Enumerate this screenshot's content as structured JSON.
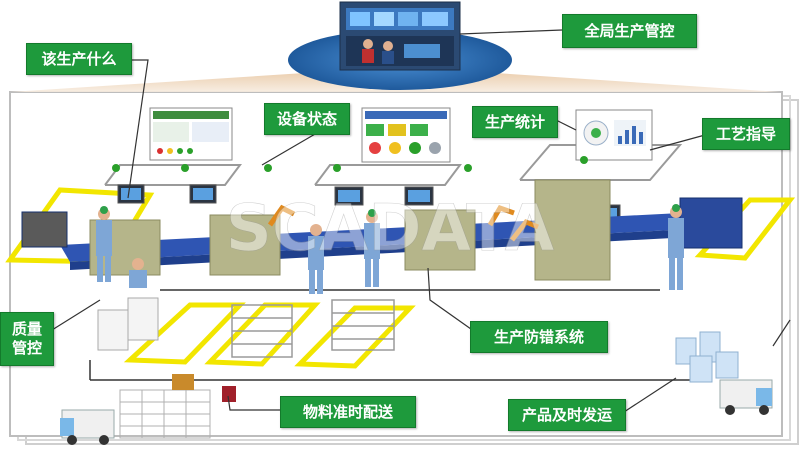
{
  "labels": {
    "global_control": "全局生产管控",
    "what_to_produce": "该生产什么",
    "equipment_status": "设备状态",
    "production_stats": "生产统计",
    "process_guide": "工艺指导",
    "quality_control": "质量\n管控",
    "error_proofing": "生产防错系统",
    "material_delivery": "物料准时配送",
    "product_shipping": "产品及时发运"
  },
  "watermark": "SCADATA",
  "colors": {
    "label_green": "#1e9a3c",
    "highlight_yellow": "#f2e600",
    "worker_blue": "#7ea6d6",
    "machine_olive": "#b5b58a",
    "conveyor_blue": "#2f55b3",
    "control_room_ellipse": "#2a6bb0"
  },
  "icons": [
    "control-room-photo",
    "dashboard-screen",
    "monitor-icon",
    "signal-light-icon",
    "worker-figure",
    "robot-arm",
    "forklift-truck-icon",
    "warehouse-buildings-icon",
    "cart-icon"
  ]
}
